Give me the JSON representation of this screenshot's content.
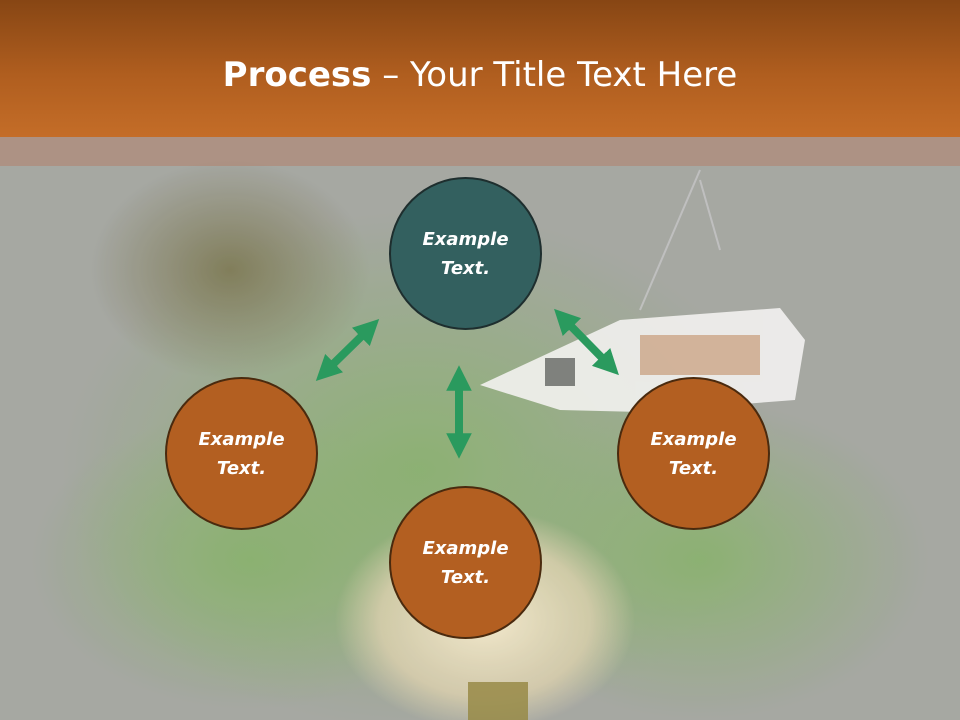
{
  "slide": {
    "title_bold": "Process",
    "title_separator": " – ",
    "title_rest": "Your Title Text Here"
  },
  "nodes": {
    "top": "Example Text.",
    "left": "Example Text.",
    "right": "Example Text.",
    "bottom": "Example Text."
  },
  "colors": {
    "header": "#b05e1f",
    "teal_node": "#33605f",
    "orange_node": "#b35f21",
    "arrow": "#2a9a5e"
  }
}
